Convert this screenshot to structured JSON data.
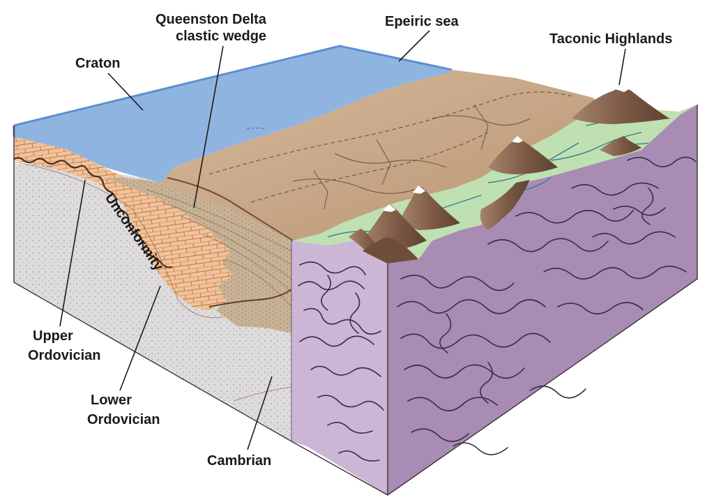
{
  "labels": {
    "craton": "Craton",
    "queenston_line1": "Queenston Delta",
    "queenston_line2": "clastic wedge",
    "epeiric_sea": "Epeiric sea",
    "taconic_highlands": "Taconic Highlands",
    "unconformity": "Unconformity",
    "upper_ordovician_line1": "Upper",
    "upper_ordovician_line2": "Ordovician",
    "lower_ordovician_line1": "Lower",
    "lower_ordovician_line2": "Ordovician",
    "cambrian": "Cambrian"
  },
  "colors": {
    "sea": "#8fb4e0",
    "sea_edge": "#5b8fcf",
    "delta_surface": "#c9ab8a",
    "delta_section": "#c8b296",
    "lowland": "#bfe0b0",
    "mountain": "#8c6a55",
    "metamorphic_front": "#cbb6d6",
    "metamorphic_side": "#a88cb4",
    "ordovician_limestone": "#f2c29a",
    "cambrian_sandstone": "#dedbdc"
  }
}
